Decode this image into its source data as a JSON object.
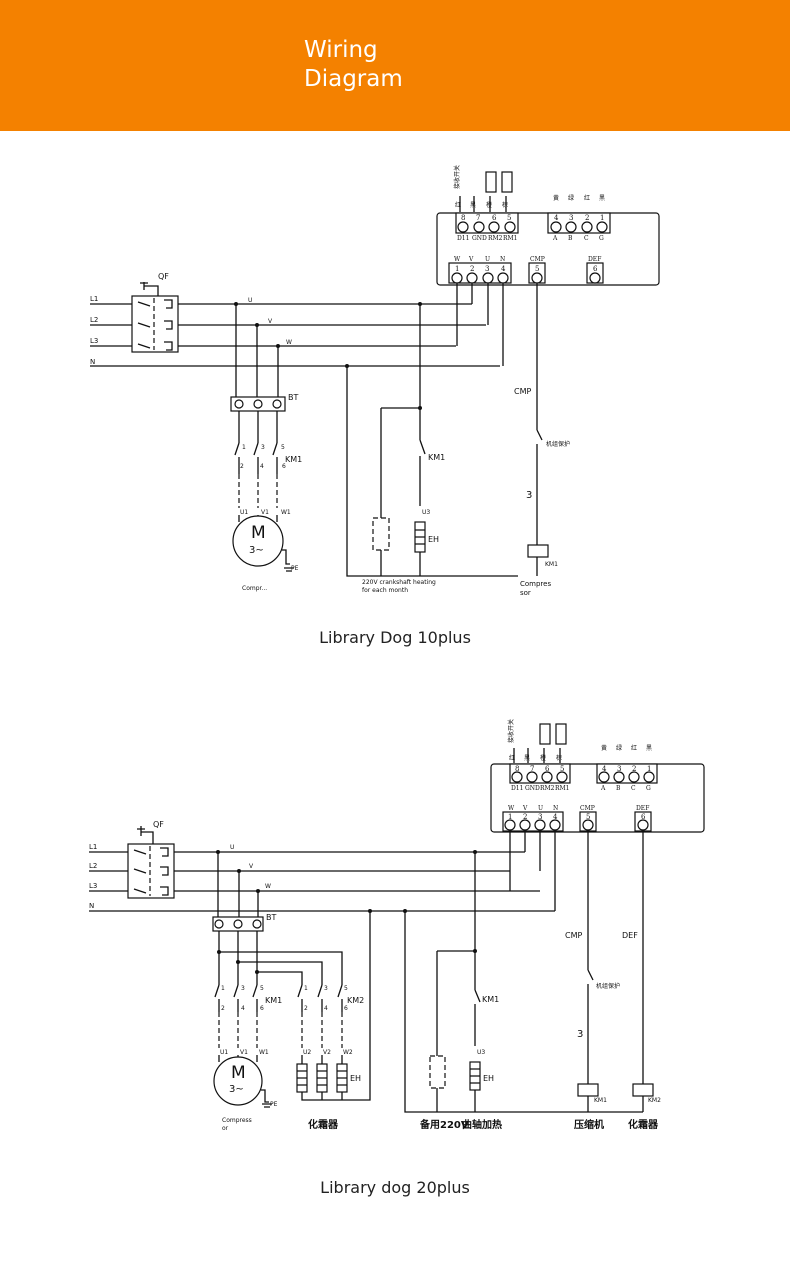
{
  "header": {
    "title": "Wiring\nDiagram",
    "color": "#f48100"
  },
  "diagram1": {
    "caption": "Library Dog 10plus",
    "controller": {
      "top_terminals": [
        {
          "num": "8",
          "label": "D11"
        },
        {
          "num": "7",
          "label": "GND"
        },
        {
          "num": "6",
          "label": "RM2"
        },
        {
          "num": "5",
          "label": "RM1"
        }
      ],
      "comm_terminals": [
        {
          "num": "4",
          "label": "A",
          "color": "黄"
        },
        {
          "num": "3",
          "label": "B",
          "color": "绿"
        },
        {
          "num": "2",
          "label": "C",
          "color": "红"
        },
        {
          "num": "1",
          "label": "G",
          "color": "黑"
        }
      ],
      "top_wire_colors": [
        "红",
        "黑",
        "橙",
        "棕"
      ],
      "bottom_terminals": [
        {
          "num": "1",
          "label": "W"
        },
        {
          "num": "2",
          "label": "V"
        },
        {
          "num": "3",
          "label": "U"
        },
        {
          "num": "4",
          "label": "N"
        },
        {
          "num": "5",
          "label": "CMP"
        },
        {
          "num": "6",
          "label": "DEF"
        }
      ]
    },
    "lines": [
      "L1",
      "L2",
      "L3",
      "N"
    ],
    "phase_labels": [
      "U",
      "V",
      "W"
    ],
    "breaker": "QF",
    "terminal_block": "BT",
    "contactor": "KM1",
    "contactor_pins_top": [
      "1",
      "3",
      "5"
    ],
    "contactor_pins_bottom": [
      "2",
      "4",
      "6"
    ],
    "motor": {
      "symbol": "M",
      "type": "3~",
      "pins": [
        "U1",
        "V1",
        "W1"
      ],
      "ground": "PE",
      "label": "Compr..."
    },
    "heater": {
      "pin": "U3",
      "label": "EH",
      "contact": "KM1"
    },
    "cmp_label": "CMP",
    "protect_label": "机组保护",
    "num3": "3",
    "coil": "KM1",
    "heating_note": "220V crankshaft heating\nfor each month",
    "compressor_note": "Compres\nsor"
  },
  "diagram2": {
    "caption": "Library dog 20plus",
    "controller": {
      "top_terminals": [
        {
          "num": "8",
          "label": "D11"
        },
        {
          "num": "7",
          "label": "GND"
        },
        {
          "num": "6",
          "label": "RM2"
        },
        {
          "num": "5",
          "label": "RM1"
        }
      ],
      "comm_terminals": [
        {
          "num": "4",
          "label": "A",
          "color": "黄"
        },
        {
          "num": "3",
          "label": "B",
          "color": "绿"
        },
        {
          "num": "2",
          "label": "C",
          "color": "红"
        },
        {
          "num": "1",
          "label": "G",
          "color": "黑"
        }
      ],
      "top_wire_colors": [
        "红",
        "黑",
        "橙",
        "棕"
      ],
      "bottom_terminals": [
        {
          "num": "1",
          "label": "W"
        },
        {
          "num": "2",
          "label": "V"
        },
        {
          "num": "3",
          "label": "U"
        },
        {
          "num": "4",
          "label": "N"
        },
        {
          "num": "5",
          "label": "CMP"
        },
        {
          "num": "6",
          "label": "DEF"
        }
      ]
    },
    "lines": [
      "L1",
      "L2",
      "L3",
      "N"
    ],
    "phase_labels": [
      "U",
      "V",
      "W"
    ],
    "breaker": "QF",
    "terminal_block": "BT",
    "contactors": [
      "KM1",
      "KM2",
      "KM1"
    ],
    "contactor_pins_top": [
      "1",
      "3",
      "5"
    ],
    "contactor_pins_bottom": [
      "2",
      "4",
      "6"
    ],
    "motor": {
      "symbol": "M",
      "type": "3~",
      "pins": [
        "U1",
        "V1",
        "W1"
      ],
      "ground": "PE",
      "label": "Compress\nor"
    },
    "defrost_heater": {
      "pins": [
        "U2",
        "V2",
        "W2"
      ],
      "label": "EH"
    },
    "heater": {
      "pin": "U3",
      "label": "EH"
    },
    "cmp_label": "CMP",
    "def_label": "DEF",
    "protect_label": "机组保护",
    "num3": "3",
    "coils": [
      "KM1",
      "KM2"
    ],
    "bottom_labels": [
      "化霜器",
      "备用220V",
      "曲轴加热",
      "压缩机",
      "化霜器"
    ]
  }
}
